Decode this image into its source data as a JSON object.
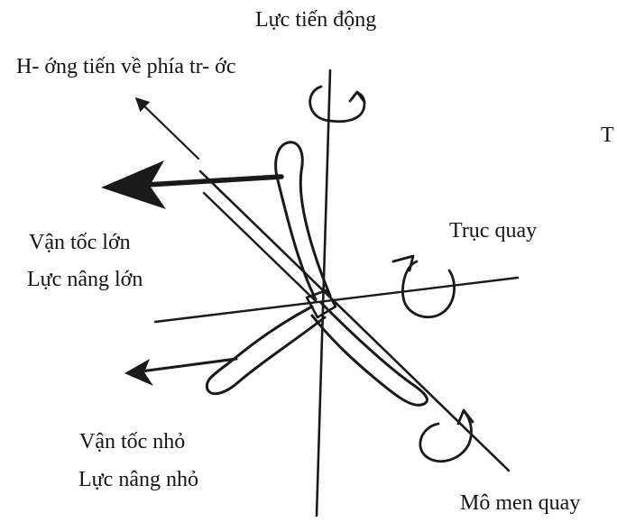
{
  "labels": {
    "top_force": "Lực tiến động",
    "forward_direction": "H- ớng tiến về phía tr- ớc",
    "right_edge_fragment": "T",
    "big_velocity": "Vận tốc lớn",
    "big_lift": "Lực nâng lớn",
    "rotation_axis": "Trục quay",
    "small_velocity": "Vận tốc nhỏ",
    "small_lift": "Lực nâng nhỏ",
    "moment": "Mô men quay"
  },
  "colors": {
    "ink": "#1a1a1a",
    "background": "#ffffff"
  }
}
